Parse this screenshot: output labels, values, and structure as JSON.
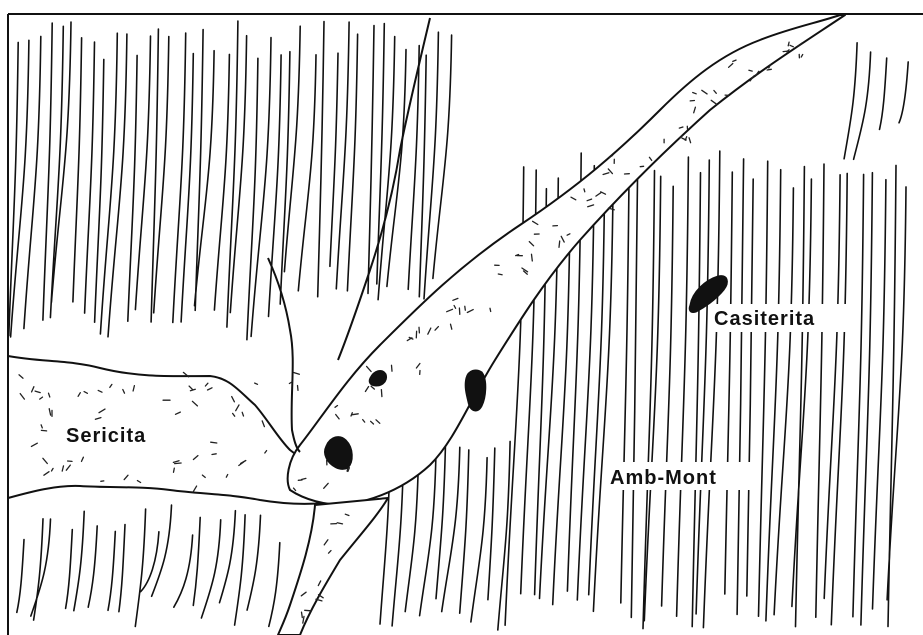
{
  "labels": {
    "sericite": "Sericita",
    "cassiterite": "Casiterita",
    "host_rock": "Amb-Mont"
  },
  "colors": {
    "ink": "#111111",
    "background": "#ffffff"
  }
}
